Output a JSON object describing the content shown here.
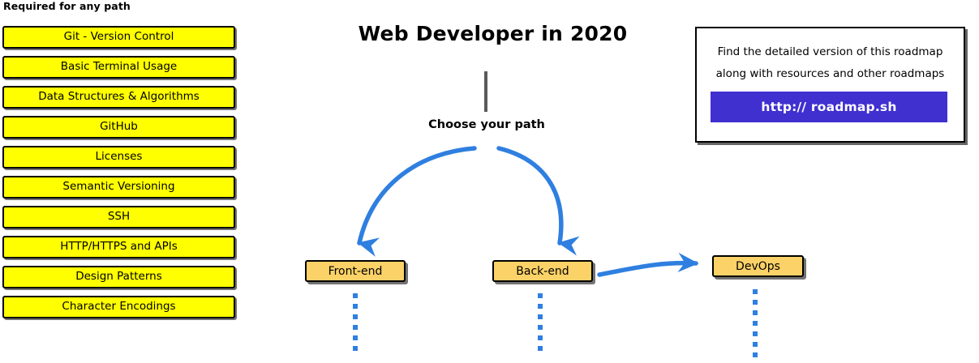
{
  "required": {
    "heading": "Required for any path",
    "items": [
      {
        "label": "Git - Version Control"
      },
      {
        "label": "Basic Terminal Usage"
      },
      {
        "label": "Data Structures & Algorithms"
      },
      {
        "label": "GitHub"
      },
      {
        "label": "Licenses"
      },
      {
        "label": "Semantic Versioning"
      },
      {
        "label": "SSH"
      },
      {
        "label": "HTTP/HTTPS and APIs"
      },
      {
        "label": "Design Patterns"
      },
      {
        "label": "Character Encodings"
      }
    ]
  },
  "roadmap": {
    "title": "Web Developer in 2020",
    "choose_path_label": "Choose your path",
    "nodes": [
      {
        "label": "Front-end"
      },
      {
        "label": "Back-end"
      },
      {
        "label": "DevOps"
      }
    ]
  },
  "promo": {
    "line1": "Find the detailed version of this roadmap",
    "line2": "along with resources and other roadmaps",
    "button_label": "http:// roadmap.sh"
  },
  "colors": {
    "required_fill": "#FFFF00",
    "node_fill": "#FBD267",
    "arrow_blue": "#2f7fe0",
    "promo_button": "#4030D0",
    "trunk_gray": "#5a5a5a",
    "outline": "#000000"
  }
}
